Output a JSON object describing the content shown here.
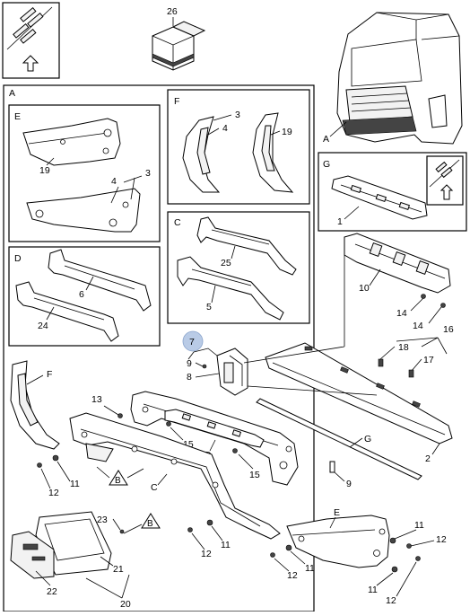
{
  "callouts": {
    "n26": "26",
    "n1": "1",
    "n2": "2",
    "n3": "3",
    "n4": "4",
    "n5": "5",
    "n6": "6",
    "n7": "7",
    "n8": "8",
    "n9": "9",
    "n10": "10",
    "n11": "11",
    "n12": "12",
    "n13": "13",
    "n14": "14",
    "n15": "15",
    "n16": "16",
    "n17": "17",
    "n18": "18",
    "n19": "19",
    "n20": "20",
    "n21": "21",
    "n22": "22",
    "n23": "23",
    "n24": "24",
    "n25": "25"
  },
  "letters": {
    "A": "A",
    "B": "B",
    "C": "C",
    "D": "D",
    "E": "E",
    "F": "F",
    "G": "G"
  },
  "highlight_color": "#b9cbe6",
  "icons": [
    "symmetry-arrow-icon",
    "box-icon",
    "cab-icon"
  ]
}
